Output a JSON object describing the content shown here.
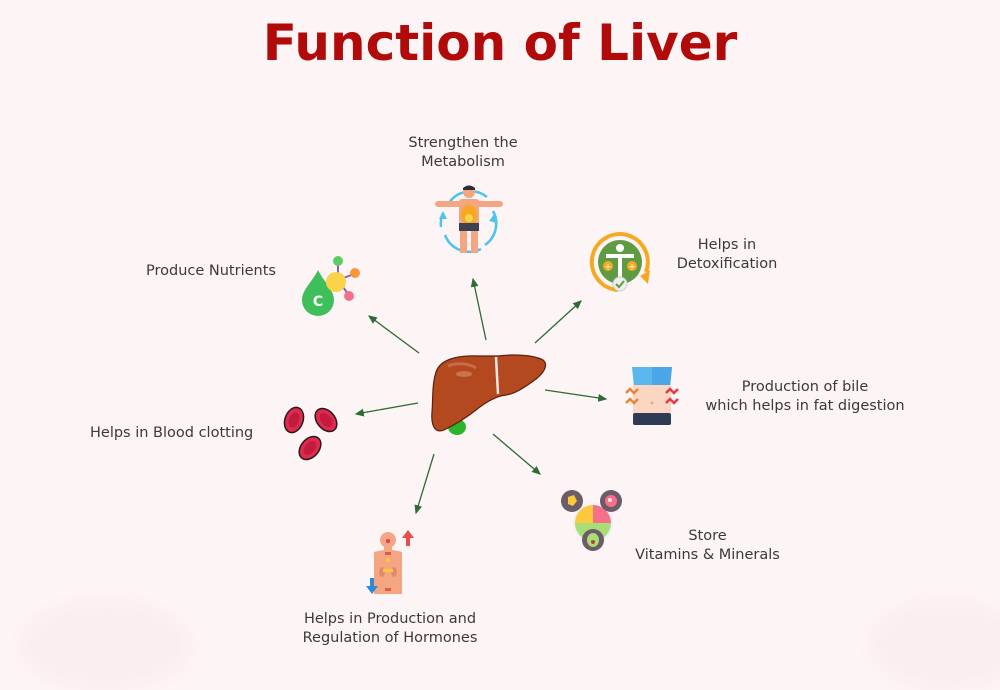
{
  "title": "Function of Liver",
  "colors": {
    "title": "#b00a0a",
    "arrow": "#2e6b35",
    "background": "#fdf4f5",
    "liver": "#b4491f",
    "gallbladder": "#2bb52b"
  },
  "center": {
    "icon": "liver-icon"
  },
  "functions": [
    {
      "id": "metabolism",
      "line1": "Strengthen the",
      "line2": "Metabolism",
      "icon": "metabolism-body-icon"
    },
    {
      "id": "detox",
      "line1": "Helps in",
      "line2": "Detoxification",
      "icon": "detox-icon"
    },
    {
      "id": "bile",
      "line1": "Production of bile",
      "line2": "which helps in fat digestion",
      "icon": "stomach-digestion-icon"
    },
    {
      "id": "store",
      "line1": "Store",
      "line2": "Vitamins & Minerals",
      "icon": "vitamins-minerals-icon"
    },
    {
      "id": "hormones",
      "line1": "Helps in Production and",
      "line2": "Regulation of Hormones",
      "icon": "hormones-body-icon"
    },
    {
      "id": "clotting",
      "line1": "Helps in Blood clotting",
      "icon": "red-blood-cells-icon"
    },
    {
      "id": "nutrients",
      "line1": "Produce Nutrients",
      "icon": "vitamin-c-drop-icon"
    }
  ]
}
